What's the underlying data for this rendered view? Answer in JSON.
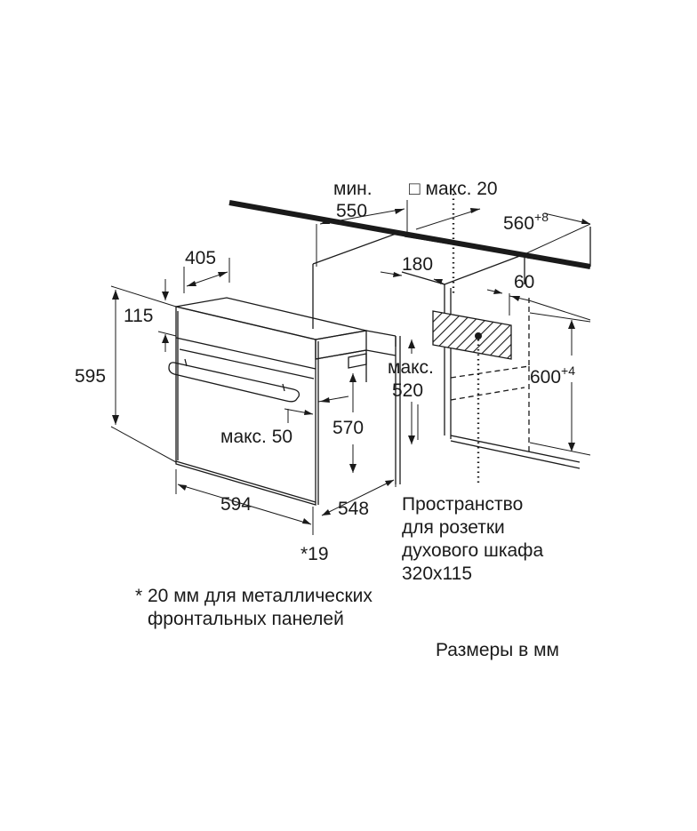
{
  "colors": {
    "ink": "#1a1a1a",
    "background": "#ffffff"
  },
  "dimensions": {
    "niche_depth_min_prefix": "мин.",
    "niche_depth_min_value": "550",
    "gap_symbol": "□",
    "gap_max": "макс. 20",
    "niche_width_value": "560",
    "niche_width_tolerance": "+8",
    "top_depth": "405",
    "rear_gap": "180",
    "rear_offset": "60",
    "panel_height": "115",
    "oven_height": "595",
    "max_label": "макс.",
    "max_520": "520",
    "niche_height_value": "600",
    "niche_height_tolerance": "+4",
    "max_50": "макс. 50",
    "inner_height": "570",
    "oven_width": "594",
    "oven_depth": "548",
    "front_panel": "*19"
  },
  "notes": {
    "socket_line1": "Пространство",
    "socket_line2": "для розетки",
    "socket_line3": "духового шкафа",
    "socket_line4": "320x115",
    "footnote_line1": "* 20 мм для металлических",
    "footnote_line2": "фронтальных панелей",
    "units": "Размеры в мм"
  }
}
